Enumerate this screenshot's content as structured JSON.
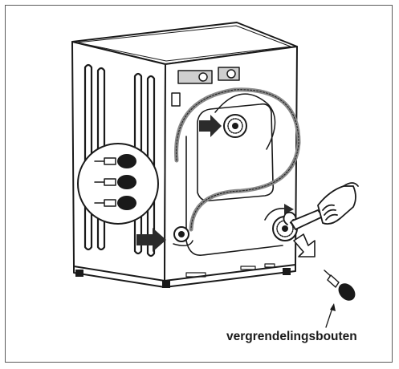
{
  "caption": "vergrendelingsbouten",
  "colors": {
    "line": "#1a1a1a",
    "arrow_fill": "#2b2b2b",
    "border": "#5a5a5a",
    "background": "#ffffff"
  },
  "icons": [
    "washing-machine-rear",
    "transit-bolt",
    "wrench-hand",
    "direction-arrow"
  ]
}
